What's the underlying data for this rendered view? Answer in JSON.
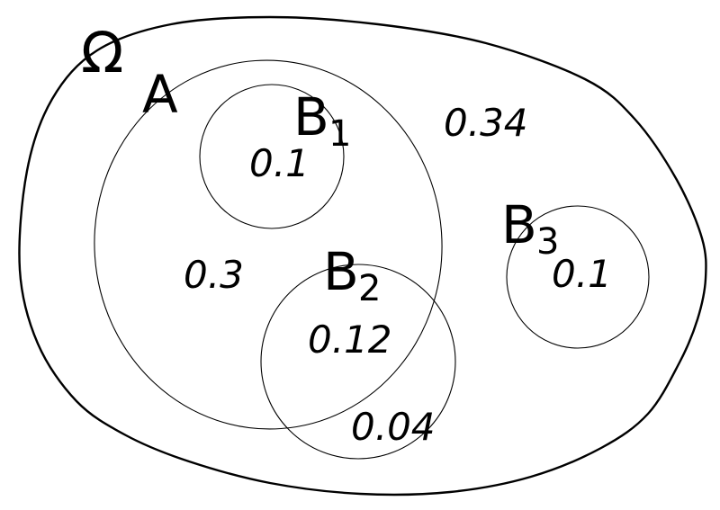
{
  "figure": {
    "sample_space": {
      "label": "Ω",
      "outside_sets_value": "0.34"
    },
    "set_a": {
      "label": "A",
      "value_only_a": "0.3"
    },
    "set_b1": {
      "base": "B",
      "sub": "1",
      "value": "0.1"
    },
    "set_b2": {
      "base": "B",
      "sub": "2",
      "value_inside_a": "0.12",
      "value_outside_a": "0.04"
    },
    "set_b3": {
      "base": "B",
      "sub": "3",
      "value": "0.1"
    },
    "colors": {
      "stroke": "#000000",
      "background": "#ffffff"
    }
  }
}
